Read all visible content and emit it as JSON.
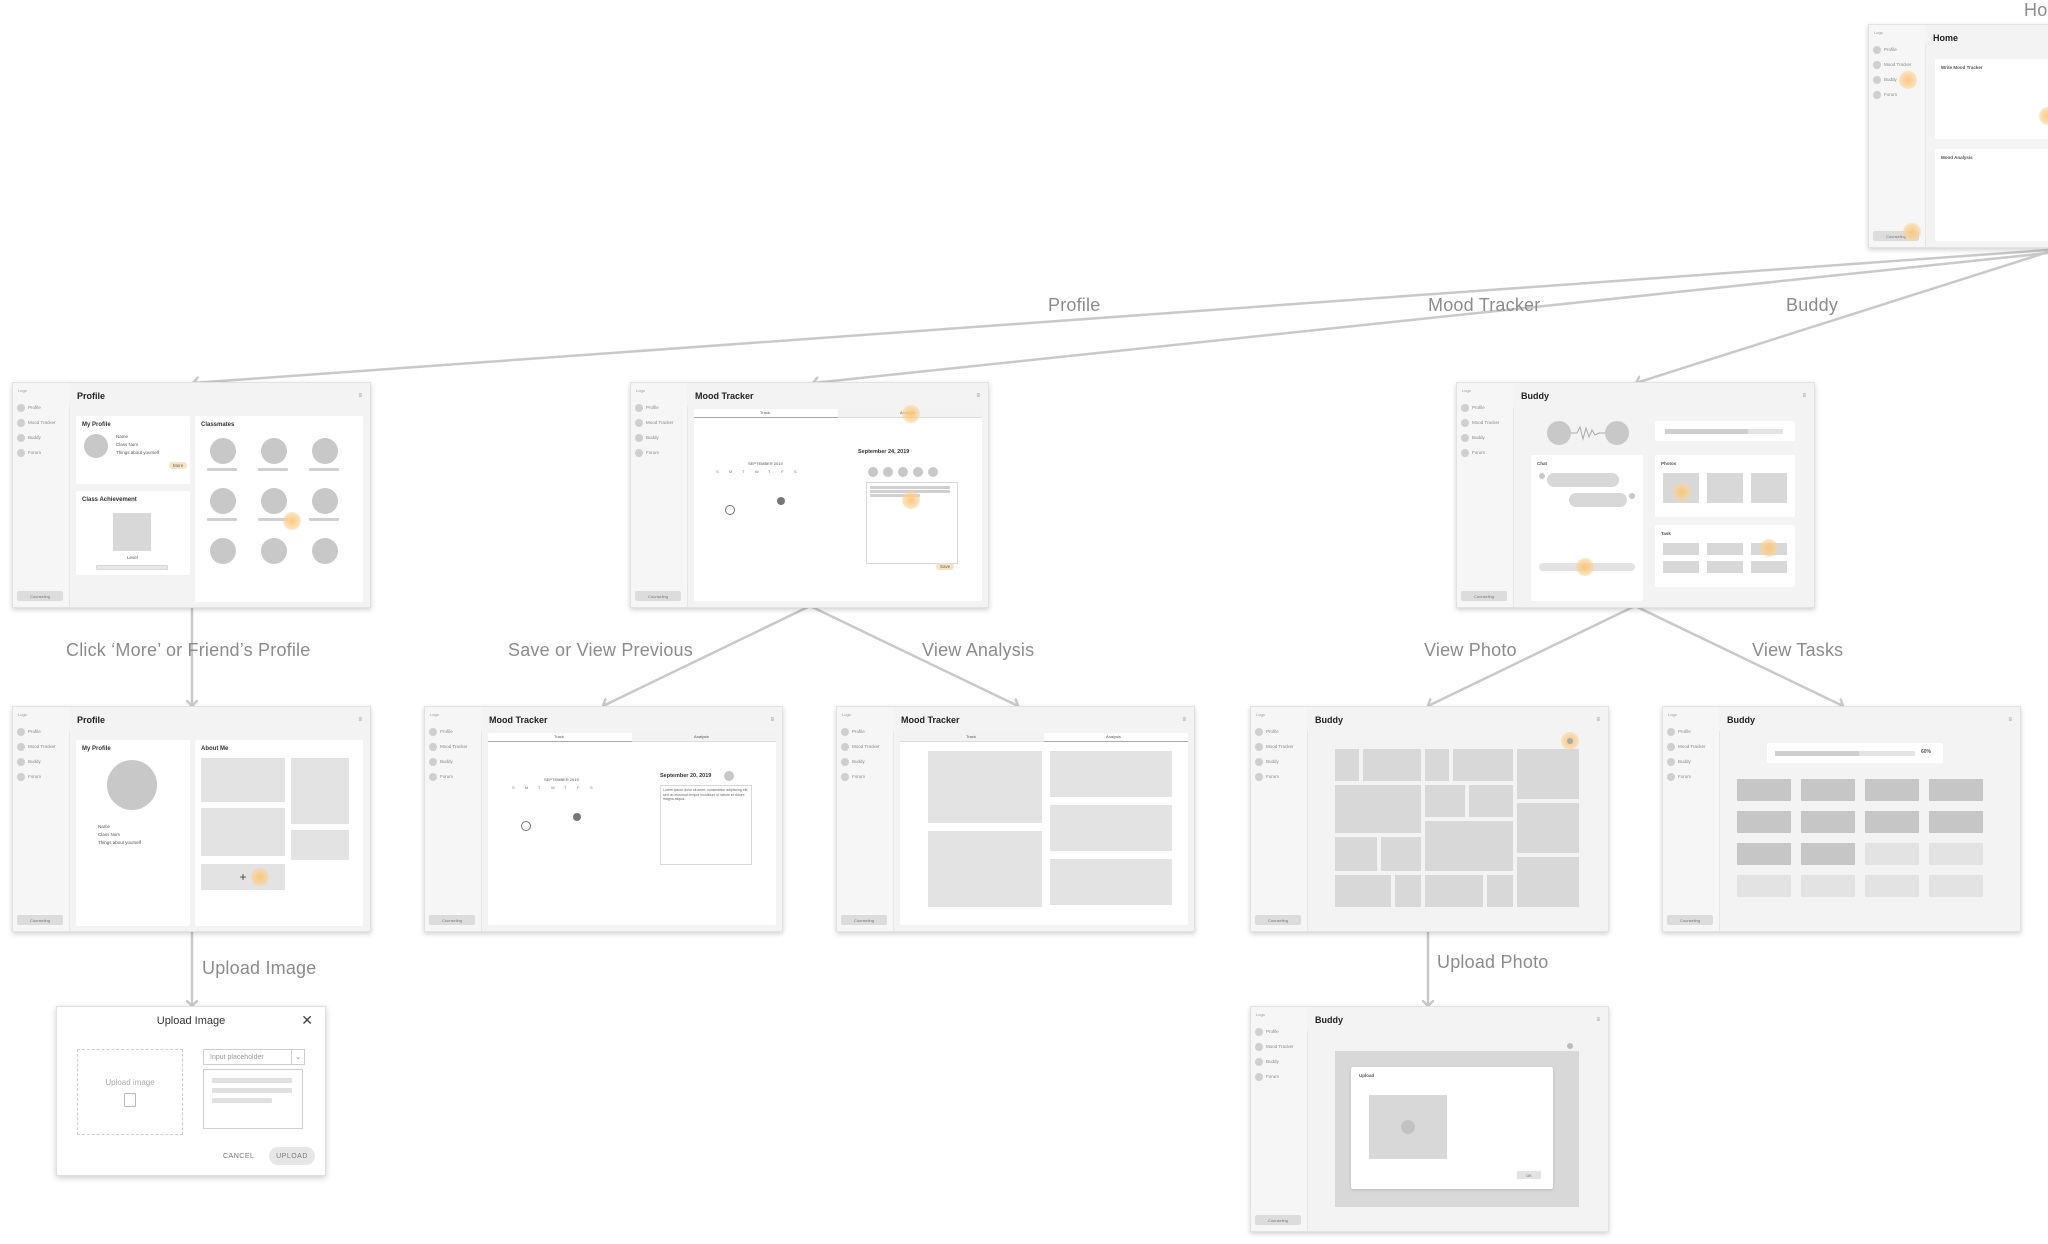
{
  "edges": {
    "home_cut": "Ho",
    "profile": "Profile",
    "mood_tracker": "Mood Tracker",
    "buddy": "Buddy",
    "click_more": "Click ‘More’ or Friend’s Profile",
    "save_or_view": "Save or View Previous",
    "view_analysis": "View Analysis",
    "view_photo": "View Photo",
    "view_tasks": "View Tasks",
    "upload_image": "Upload Image",
    "upload_photo": "Upload Photo"
  },
  "sidebar": {
    "logo": "Logo",
    "items": [
      "Profile",
      "Mood Tracker",
      "Buddy",
      "Forum"
    ],
    "counseling": "Counseling"
  },
  "home": {
    "title": "Home",
    "card1": "Write Mood Tracker",
    "card2": "Mood Analysis"
  },
  "profile": {
    "title": "Profile",
    "my_profile": "My Profile",
    "name": "Name",
    "class_num": "Class Num",
    "things": "Things about yourself",
    "more": "More",
    "classmates": "Classmates",
    "class_achievement": "Class Achievement",
    "level": "Level"
  },
  "mood": {
    "title": "Mood Tracker",
    "tab1": "Track",
    "tab2": "Analysis",
    "month": "SEPTEMBER 2019",
    "weekdays": [
      "S",
      "M",
      "T",
      "W",
      "T",
      "F",
      "S"
    ],
    "date_main": "September 24, 2019",
    "date_prev": "September 20, 2019",
    "save": "Save",
    "prev_note": "Lorem ipsum dolor sit amet, consectetur adipiscing elit, sed do eiusmod tempor incididunt ut labore et dolore magna aliqua."
  },
  "buddy": {
    "title": "Buddy",
    "chat": "Chat",
    "photos": "Photos",
    "task": "Task",
    "progress": "60%",
    "upload_title": "Upload",
    "ok": "OK"
  },
  "about": {
    "title": "About Me",
    "plus": "+"
  },
  "upload_modal": {
    "title": "Upload Image",
    "close": "✕",
    "dropzone": "Upload image",
    "select_placeholder": "Input placeholder",
    "cancel": "CANCEL",
    "upload": "UPLOAD"
  },
  "colors": {
    "arrow": "#c9c9c9",
    "hotspot": "#fbc578",
    "wire_gray": "#d8d8d8"
  }
}
